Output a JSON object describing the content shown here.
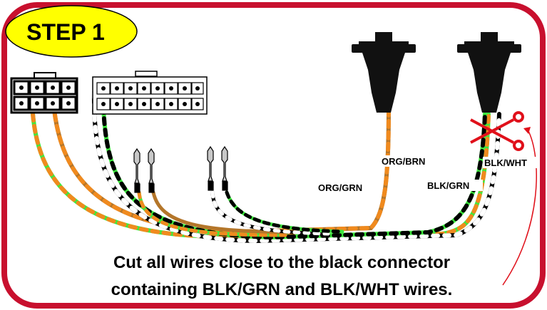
{
  "step": {
    "label": "STEP 1"
  },
  "wire_labels": {
    "org_brn": "ORG/BRN",
    "org_grn": "ORG/GRN",
    "blk_wht": "BLK/WHT",
    "blk_grn": "BLK/GRN"
  },
  "instruction": {
    "line1": "Cut all wires close to the black connector",
    "line2": "containing BLK/GRN and BLK/WHT wires."
  },
  "colors": {
    "frame": "#c8102e",
    "step_badge": "#ffff00",
    "wire_green": "#3ee83e",
    "wire_orange": "#f08a1e",
    "wire_brown": "#b4762a",
    "wire_black": "#000000",
    "scissors": "#e0101a"
  },
  "icons": [
    "scissors-icon",
    "cut-arrow-icon"
  ]
}
